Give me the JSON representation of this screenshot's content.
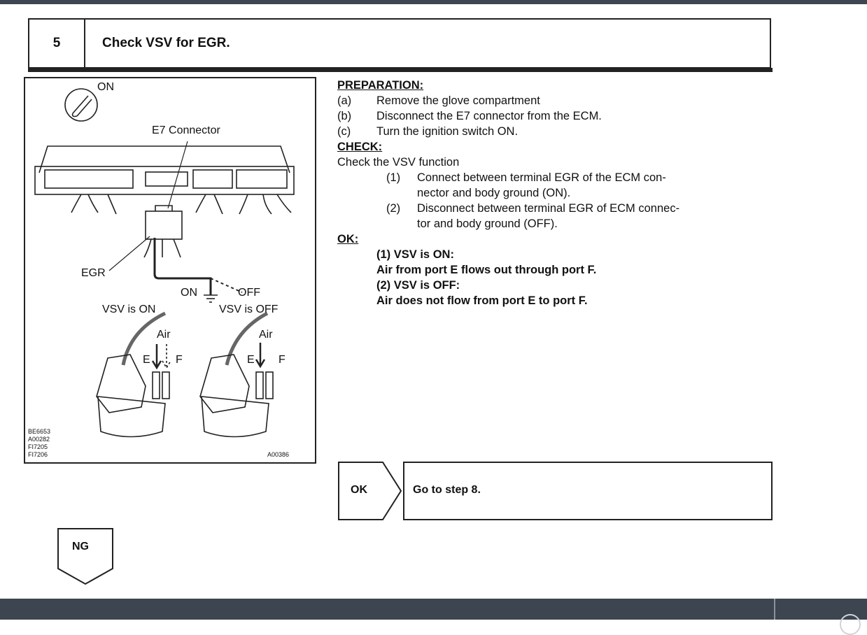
{
  "step": {
    "number": "5",
    "title": "Check VSV for EGR."
  },
  "figure": {
    "labels": {
      "ignition_on": "ON",
      "connector": "E7 Connector",
      "egr": "EGR",
      "on": "ON",
      "off": "OFF",
      "vsv_on": "VSV is ON",
      "vsv_off": "VSV is OFF",
      "air_left": "Air",
      "air_right": "Air",
      "port_e_left": "E",
      "port_f_left": "F",
      "port_e_right": "E",
      "port_f_right": "F"
    },
    "codes": [
      "BE6653",
      "A00282",
      "FI7205",
      "FI7206"
    ],
    "ref": "A00386"
  },
  "preparation": {
    "heading": "PREPARATION:",
    "items": [
      {
        "marker": "(a)",
        "text": "Remove the glove compartment"
      },
      {
        "marker": "(b)",
        "text": "Disconnect the E7 connector from the ECM."
      },
      {
        "marker": "(c)",
        "text": "Turn the ignition switch ON."
      }
    ]
  },
  "check": {
    "heading": "CHECK:",
    "intro": "Check the VSV function",
    "items": [
      {
        "marker": "(1)",
        "line1": "Connect between terminal EGR of the ECM con-",
        "line2": "nector and body ground (ON)."
      },
      {
        "marker": "(2)",
        "line1": "Disconnect between terminal EGR of ECM connec-",
        "line2": "tor and body ground (OFF)."
      }
    ]
  },
  "ok": {
    "heading": "OK:",
    "lines": [
      "(1) VSV is ON:",
      "Air from port E flows out through port F.",
      "(2) VSV is OFF:",
      "Air does not flow from port E to port F."
    ]
  },
  "result_ok": {
    "tag": "OK",
    "text": "Go to step 8."
  },
  "result_ng": {
    "tag": "NG"
  }
}
